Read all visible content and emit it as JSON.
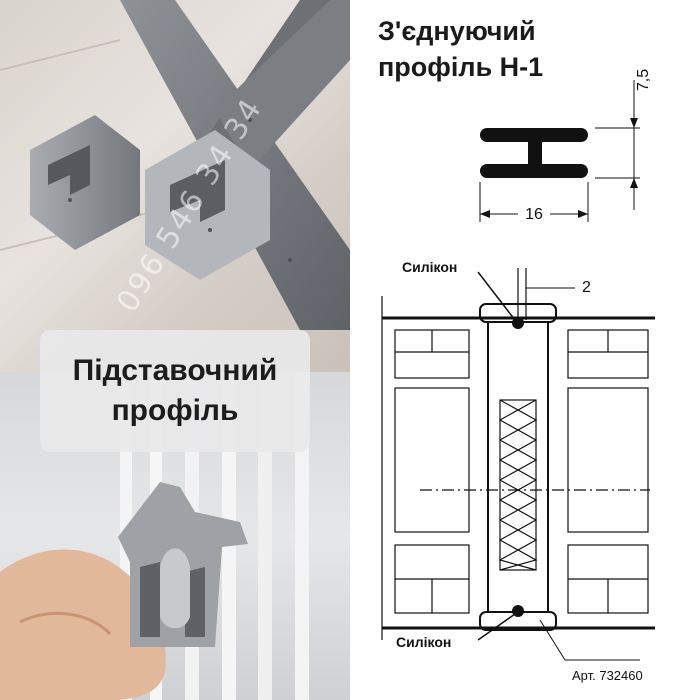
{
  "photos": {
    "watermark": "096 546 34 34",
    "caption": [
      "Підставочний",
      "профіль"
    ]
  },
  "drawing": {
    "title": [
      "З'єднуючий",
      "профіль Н-1"
    ],
    "dim_height": "7,5",
    "dim_width": "16",
    "dim_gap": "2",
    "silicone_top": "Силікон",
    "silicone_bottom": "Силікон",
    "article": "Арт. 732460"
  }
}
